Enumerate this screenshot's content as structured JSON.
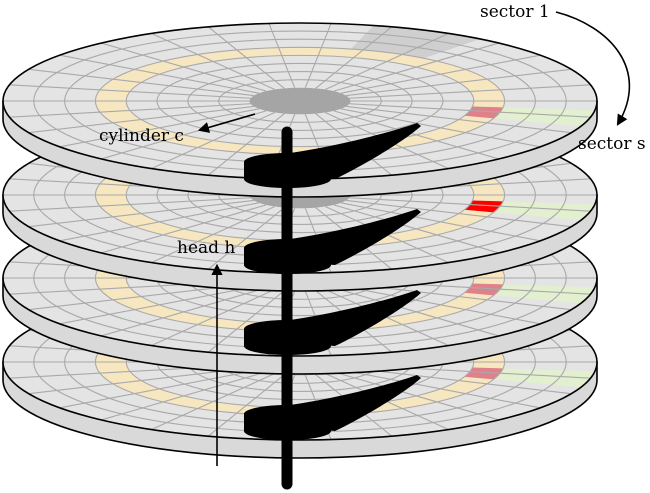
{
  "labels": {
    "sector_first": "sector 1",
    "sector_last": "sector s",
    "cylinder": "cylinder c",
    "head": "head h"
  },
  "platters": {
    "count": 4,
    "rings": 8,
    "spokes": 30
  },
  "colors": {
    "platter_fill": "#e4e4e4",
    "grid_line": "#a9a9a9",
    "hub": "#a5a5a5",
    "cylinder_band": "#f6e7c1",
    "sector_band": "#e3f0cf",
    "sector_highlight": "#e0e0e0",
    "block": "#e0808a",
    "active_block": "#ff0000",
    "arm": "#000000",
    "outline": "#000000"
  }
}
